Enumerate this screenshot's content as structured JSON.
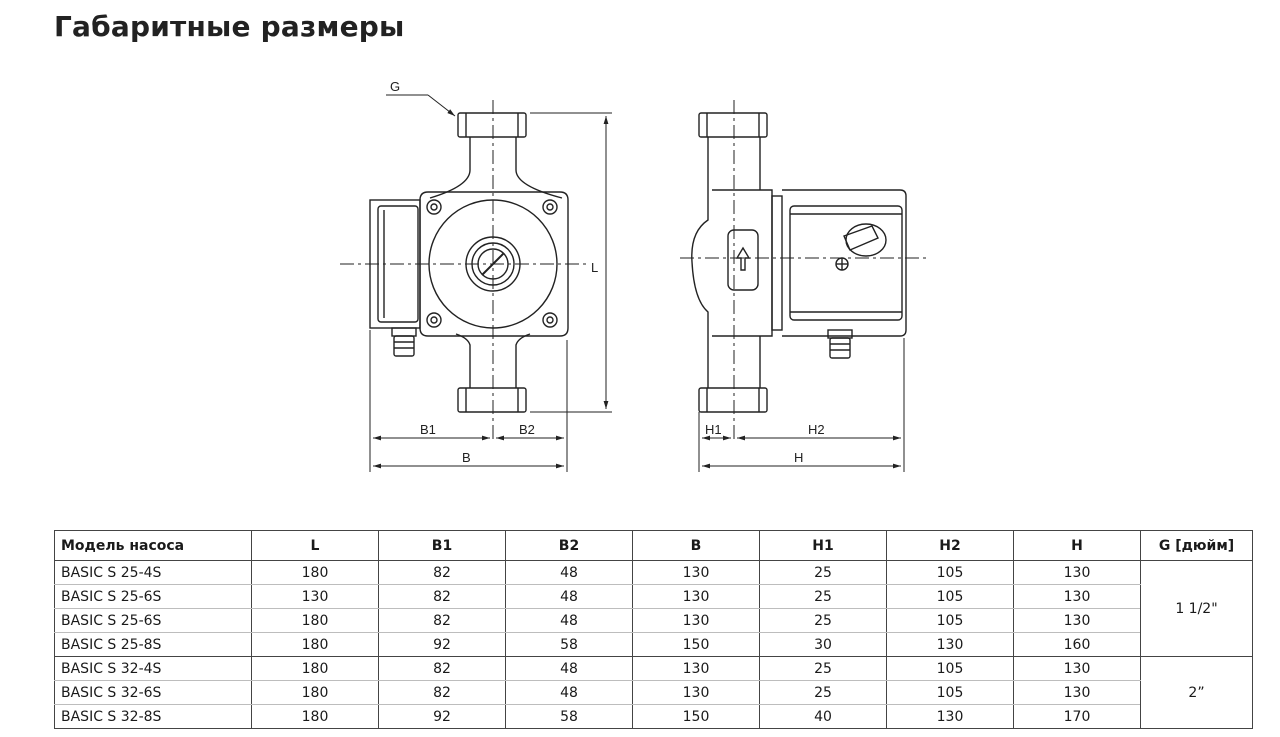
{
  "title": "Габаритные размеры",
  "drawing": {
    "labels": {
      "g": "G",
      "l": "L",
      "b1": "B1",
      "b2": "B2",
      "b": "B",
      "h1": "H1",
      "h2": "H2",
      "h": "H"
    }
  },
  "table": {
    "headers": [
      "Модель насоса",
      "L",
      "B1",
      "B2",
      "B",
      "H1",
      "H2",
      "H",
      "G [дюйм]"
    ],
    "rows": [
      {
        "model": "BASIC S 25-4S",
        "L": "180",
        "B1": "82",
        "B2": "48",
        "B": "130",
        "H1": "25",
        "H2": "105",
        "H": "130"
      },
      {
        "model": "BASIC S 25-6S",
        "L": "130",
        "B1": "82",
        "B2": "48",
        "B": "130",
        "H1": "25",
        "H2": "105",
        "H": "130"
      },
      {
        "model": "BASIC S 25-6S",
        "L": "180",
        "B1": "82",
        "B2": "48",
        "B": "130",
        "H1": "25",
        "H2": "105",
        "H": "130"
      },
      {
        "model": "BASIC S 25-8S",
        "L": "180",
        "B1": "92",
        "B2": "58",
        "B": "150",
        "H1": "30",
        "H2": "130",
        "H": "160"
      },
      {
        "model": "BASIC S 32-4S",
        "L": "180",
        "B1": "82",
        "B2": "48",
        "B": "130",
        "H1": "25",
        "H2": "105",
        "H": "130"
      },
      {
        "model": "BASIC S 32-6S",
        "L": "180",
        "B1": "82",
        "B2": "48",
        "B": "130",
        "H1": "25",
        "H2": "105",
        "H": "130"
      },
      {
        "model": "BASIC S 32-8S",
        "L": "180",
        "B1": "92",
        "B2": "58",
        "B": "150",
        "H1": "40",
        "H2": "130",
        "H": "170"
      }
    ],
    "g_groups": [
      "1 1/2\"",
      "2”"
    ]
  }
}
